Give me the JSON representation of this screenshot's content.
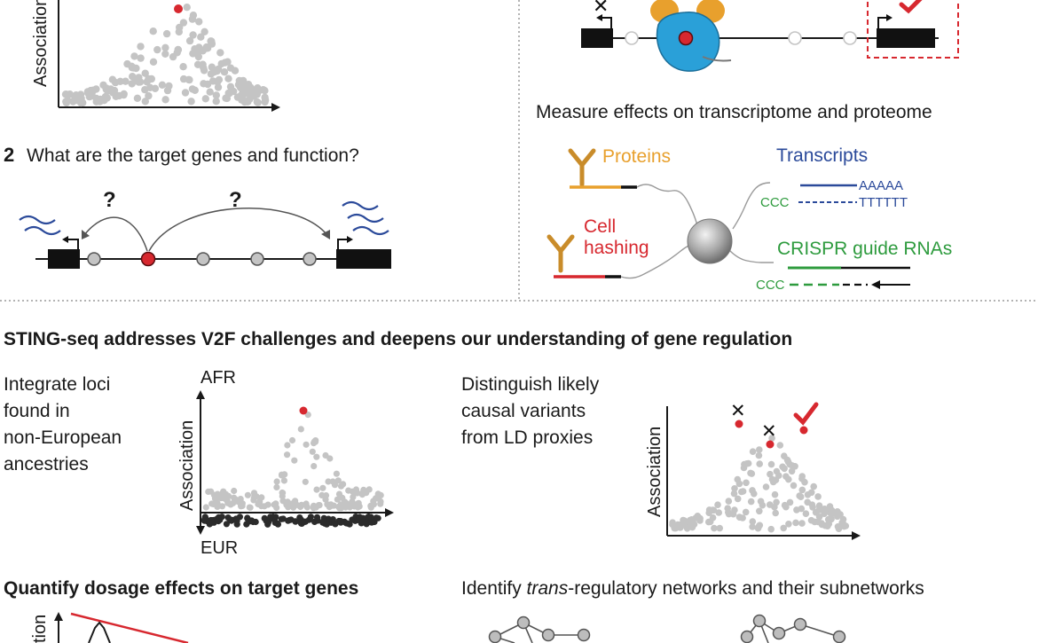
{
  "colors": {
    "gray_point": "#c4c4c4",
    "dark_point": "#2b2b2b",
    "red": "#d7282f",
    "blue": "#2b4a9a",
    "green": "#2e9b3e",
    "orange": "#e8a02d",
    "black": "#111111",
    "dotted_rule": "#9a9a9a",
    "protein_blue": "#2aa0d8"
  },
  "panel_top_left": {
    "axis_label": "Association",
    "question2_number": "2",
    "question2_text": "What are the target genes and function?",
    "question_mark_left": "?",
    "question_mark_right": "?"
  },
  "panel_top_right": {
    "mark_x": "✕",
    "measure_title": "Measure effects on transcriptome and proteome",
    "proteins_label": "Proteins",
    "cell_label_line1": "Cell",
    "cell_label_line2": "hashing",
    "transcripts_label": "Transcripts",
    "polyA": "AAAAA",
    "polyT": "TTTTTT",
    "ccc_1": "CCC",
    "ccc_2": "CCC",
    "crispr_label": "CRISPR guide RNAs"
  },
  "section_heading": "STING-seq addresses V2F challenges and deepens our understanding of gene regulation",
  "integrate": {
    "text_lines": [
      "Integrate loci",
      "found in",
      "non-European",
      "ancestries"
    ],
    "top_label": "AFR",
    "bottom_label": "EUR",
    "axis_label": "Association"
  },
  "distinguish": {
    "text_lines": [
      "Distinguish likely",
      "causal variants",
      "from LD proxies"
    ],
    "axis_label": "Association",
    "mark_x1": "✕",
    "mark_x2": "✕"
  },
  "quantify": {
    "title": "Quantify dosage effects on target genes",
    "axis_label_fragment": "tion"
  },
  "identify": {
    "title_before": "Identify ",
    "title_italic": "trans",
    "title_after": "-regulatory networks and their subnetworks"
  }
}
